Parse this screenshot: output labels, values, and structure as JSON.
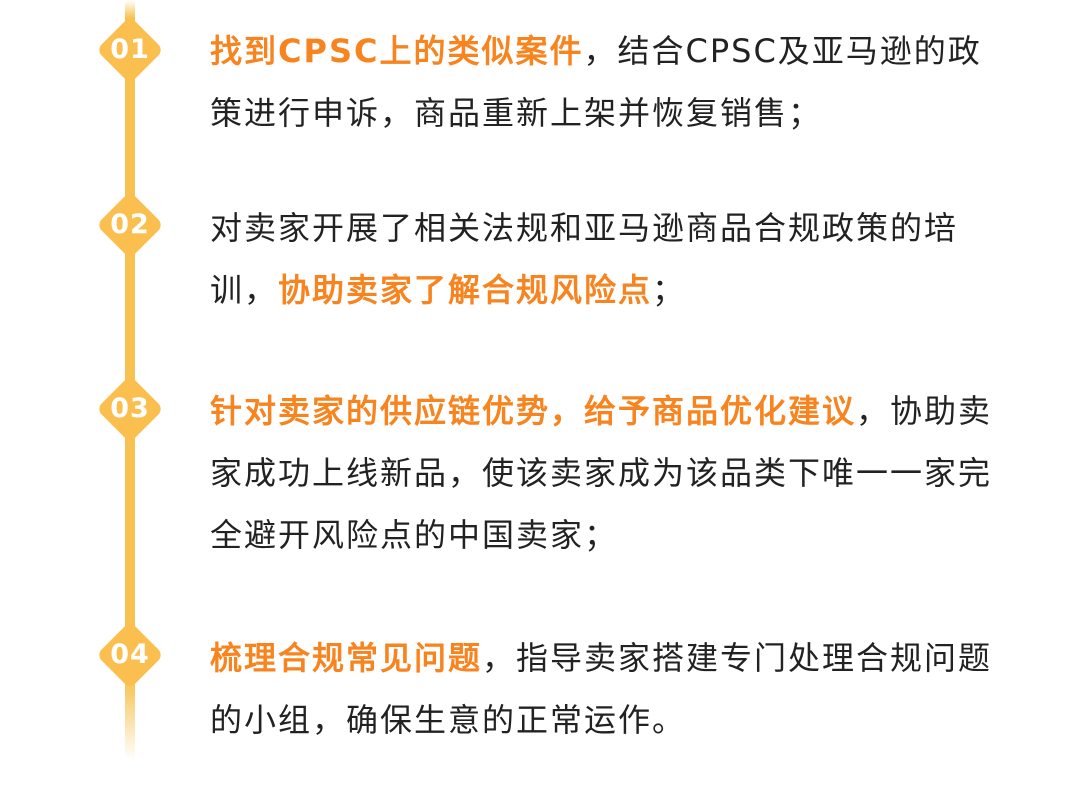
{
  "steps": [
    {
      "number": "01",
      "highlight": "找到CPSC上的类似案件",
      "text": "，结合CPSC及亚马逊的政策进行申诉，商品重新上架并恢复销售；"
    },
    {
      "number": "02",
      "text_before": "对卖家开展了相关法规和亚马逊商品合规政策的培训，",
      "highlight": "协助卖家了解合规风险点",
      "text_after": "；"
    },
    {
      "number": "03",
      "highlight": "针对卖家的供应链优势，给予商品优化建议",
      "text": "，协助卖家成功上线新品，使该卖家成为该品类下唯一一家完全避开风险点的中国卖家；"
    },
    {
      "number": "04",
      "highlight": "梳理合规常见问题",
      "text": "，指导卖家搭建专门处理合规问题的小组，确保生意的正常运作。"
    }
  ]
}
